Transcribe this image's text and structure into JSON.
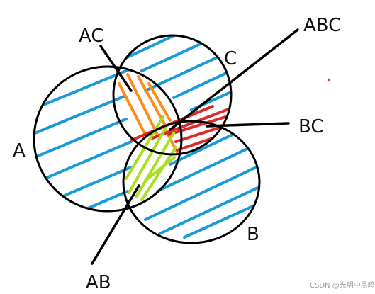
{
  "labels": {
    "a": "A",
    "b": "B",
    "c": "C",
    "ab": "AB",
    "ac": "AC",
    "bc": "BC",
    "abc": "ABC"
  },
  "watermark": "CSDN @光明中黑暗",
  "colors": {
    "outline": "#000000",
    "single_hatch": "#1a9bd8",
    "ab_hatch": "#a8e020",
    "ac_hatch": "#ff8c1a",
    "bc_hatch": "#e02828",
    "dot": "#e03030"
  }
}
